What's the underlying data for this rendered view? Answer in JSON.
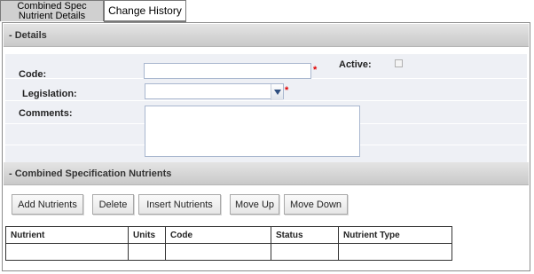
{
  "tabs": [
    {
      "label": "Combined Spec Nutrient Details"
    },
    {
      "label": "Change History"
    }
  ],
  "details": {
    "header": "- Details",
    "code_label": "Code:",
    "code_value": "",
    "legislation_label": "Legislation:",
    "legislation_value": "",
    "comments_label": "Comments:",
    "comments_value": "",
    "active_label": "Active:",
    "required_marker": "*"
  },
  "nutrients_section": {
    "header": "- Combined Specification Nutrients",
    "buttons": {
      "add": "Add Nutrients",
      "delete": "Delete",
      "insert": "Insert Nutrients",
      "move_up": "Move Up",
      "move_down": "Move Down"
    },
    "columns": [
      "Nutrient",
      "Units",
      "Code",
      "Status",
      "Nutrient Type"
    ]
  }
}
